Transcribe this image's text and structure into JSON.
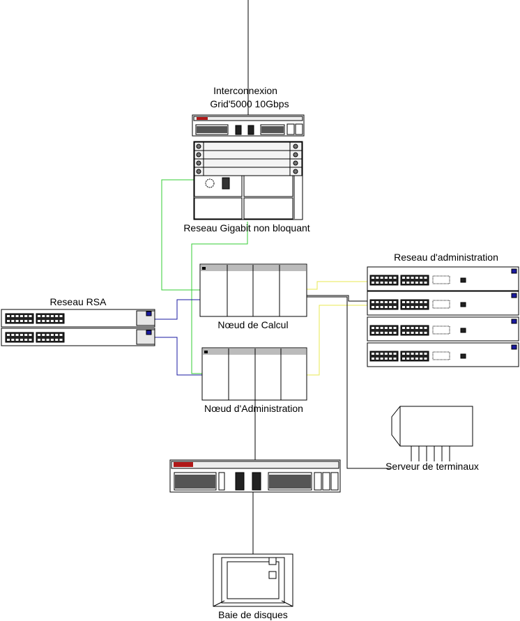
{
  "labels": {
    "interconnect_line1": "Interconnexion",
    "interconnect_line2": "Grid'5000 10Gbps",
    "gigabit": "Reseau Gigabit non bloquant",
    "admin_net": "Reseau d'administration",
    "rsa": "Reseau RSA",
    "compute": "Nœud de Calcul",
    "admin_node": "Nœud d'Administration",
    "terminal": "Serveur de terminaux",
    "disk": "Baie de disques"
  },
  "colors": {
    "line_default": "#000000",
    "line_green": "#33cc33",
    "line_blue": "#1a1aa0",
    "line_yellow": "#e8e850",
    "device_fill": "#ffffff",
    "device_stroke": "#000000",
    "port_fill": "#222222",
    "accent_red": "#b01818"
  },
  "devices": [
    {
      "name": "interconnect-router",
      "icon": "router-icon"
    },
    {
      "name": "gigabit-switch-chassis",
      "icon": "chassis-switch-icon"
    },
    {
      "name": "admin-switch",
      "icon": "switch-icon",
      "count": 4
    },
    {
      "name": "rsa-switch",
      "icon": "switch-icon",
      "count": 2
    },
    {
      "name": "compute-node",
      "icon": "blade-server-icon"
    },
    {
      "name": "admin-node",
      "icon": "blade-server-icon"
    },
    {
      "name": "terminal-server",
      "icon": "terminal-server-icon"
    },
    {
      "name": "storage-controller",
      "icon": "storage-controller-icon"
    },
    {
      "name": "disk-array",
      "icon": "disk-array-icon"
    }
  ]
}
